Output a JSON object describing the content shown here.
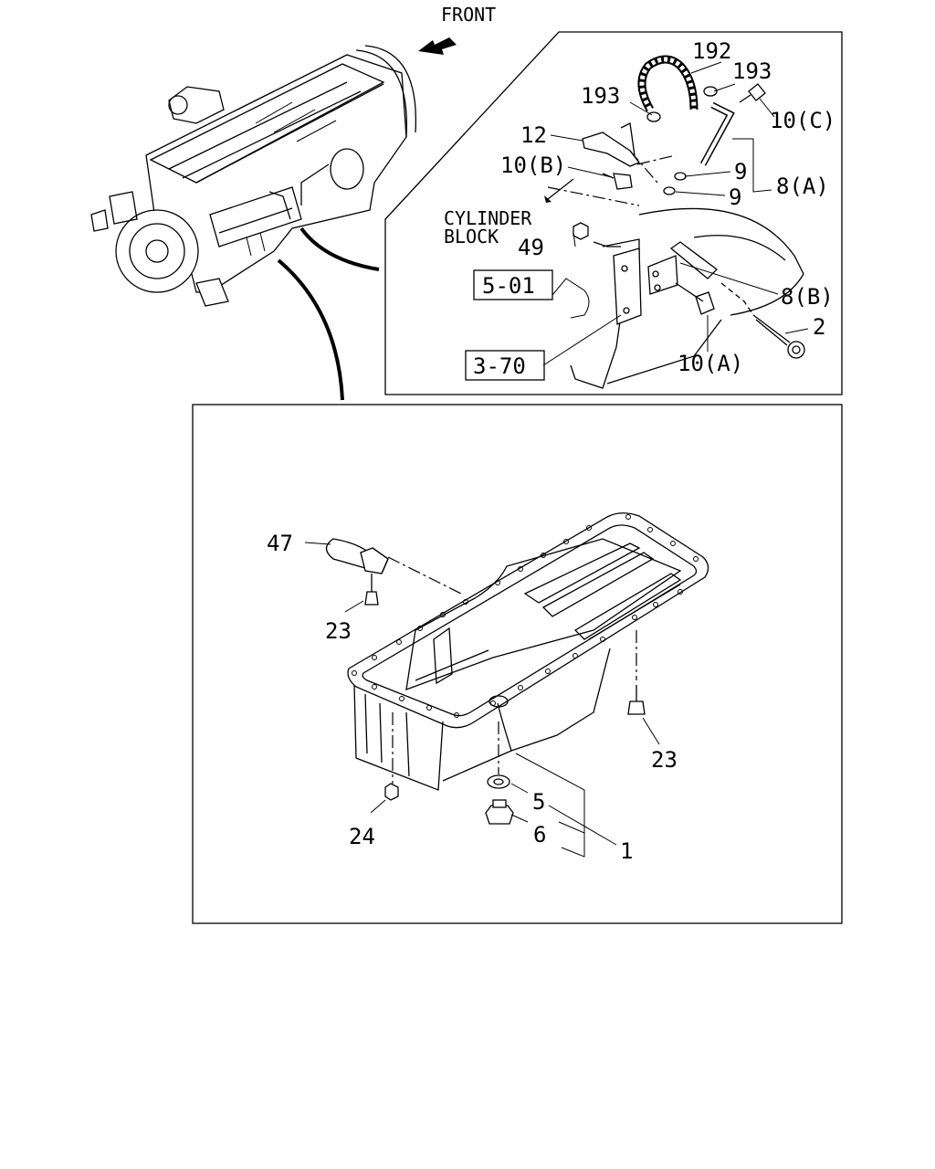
{
  "diagram": {
    "front_label": "FRONT",
    "cylinder_block_label_1": "CYLINDER",
    "cylinder_block_label_2": "BLOCK",
    "ref_boxes": [
      "5-01",
      "3-70"
    ],
    "callouts": {
      "c192": "192",
      "c193a": "193",
      "c193b": "193",
      "c10c": "10(C)",
      "c12": "12",
      "c10b": "10(B)",
      "c9a": "9",
      "c9b": "9",
      "c8a": "8(A)",
      "c49": "49",
      "c8b": "8(B)",
      "c2": "2",
      "c10a": "10(A)",
      "c47": "47",
      "c23a": "23",
      "c23b": "23",
      "c5": "5",
      "c6": "6",
      "c1": "1",
      "c24": "24"
    }
  }
}
